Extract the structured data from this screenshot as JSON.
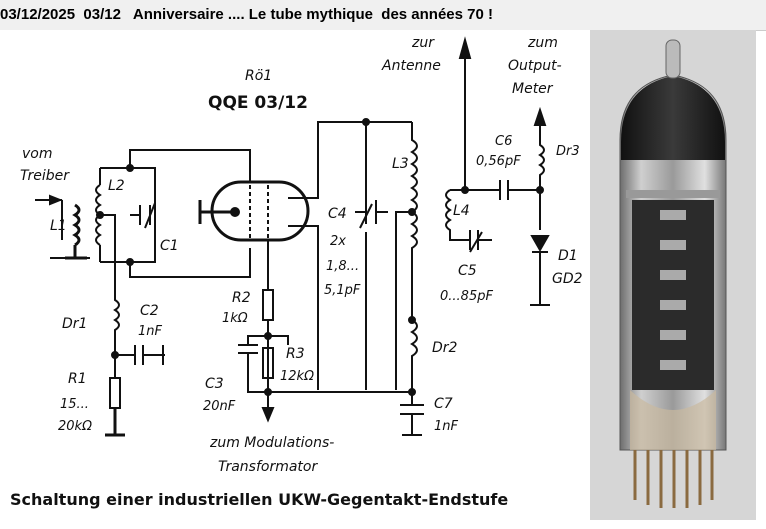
{
  "header": {
    "title": "03/12/2025  03/12   Anniversaire .... Le tube mythique  des années 70 !"
  },
  "schematic": {
    "tube_ref": "Rö1",
    "tube_type": "QQE 03/12",
    "input_label_1": "vom",
    "input_label_2": "Treiber",
    "L1": "L1",
    "L2": "L2",
    "C1": "C1",
    "C4": "C4",
    "C4_value_1": "2x",
    "C4_value_2": "1,8...",
    "C4_value_3": "5,1pF",
    "L3": "L3",
    "antenna_1": "zur",
    "antenna_2": "Antenne",
    "meter_1": "zum",
    "meter_2": "Output-",
    "meter_3": "Meter",
    "C6": "C6",
    "C6_value": "0,56pF",
    "Dr3": "Dr3",
    "L4": "L4",
    "D1": "D1",
    "D1_value": "GD2",
    "C5": "C5",
    "C5_value": "0...85pF",
    "R2": "R2",
    "R2_value": "1kΩ",
    "C2": "C2",
    "C2_value": "1nF",
    "Dr1": "Dr1",
    "R1": "R1",
    "R1_value_1": "15...",
    "R1_value_2": "20kΩ",
    "R3": "R3",
    "R3_value": "12kΩ",
    "C3": "C3",
    "C3_value": "20nF",
    "Dr2": "Dr2",
    "C7": "C7",
    "C7_value": "1nF",
    "modulation_1": "zum Modulations-",
    "modulation_2": "Transformator",
    "caption": "Schaltung einer industriellen UKW-Gegentakt-Endstufe"
  }
}
